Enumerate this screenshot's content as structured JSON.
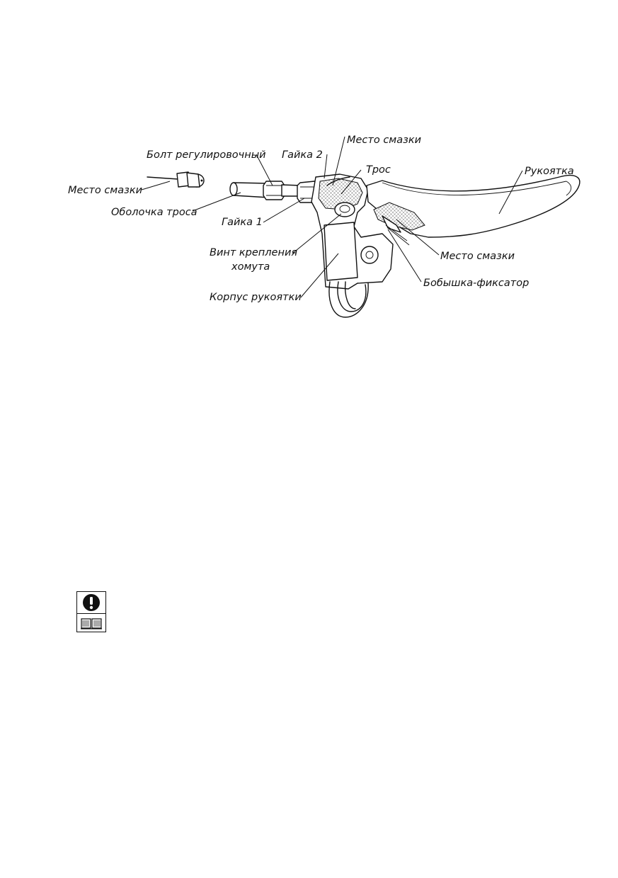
{
  "labels": {
    "bolt_adjusting": "Болт регулировочный",
    "nut_2": "Гайка 2",
    "lube_point_top": "Место смазки",
    "cable": "Трос",
    "lever": "Рукоятка",
    "lube_point_left": "Место смазки",
    "cable_housing": "Оболочка троса",
    "nut_1": "Гайка 1",
    "clamp_screw_line1": "Винт крепления",
    "clamp_screw_line2": "хомута",
    "lever_body": "Корпус рукоятки",
    "lube_point_right": "Место смазки",
    "lock_boss": "Бобышка-фиксатор"
  },
  "icons": {
    "warning": "exclamation-circle-icon",
    "manual": "open-book-icon"
  },
  "colors": {
    "ink": "#111111",
    "background": "#ffffff"
  }
}
